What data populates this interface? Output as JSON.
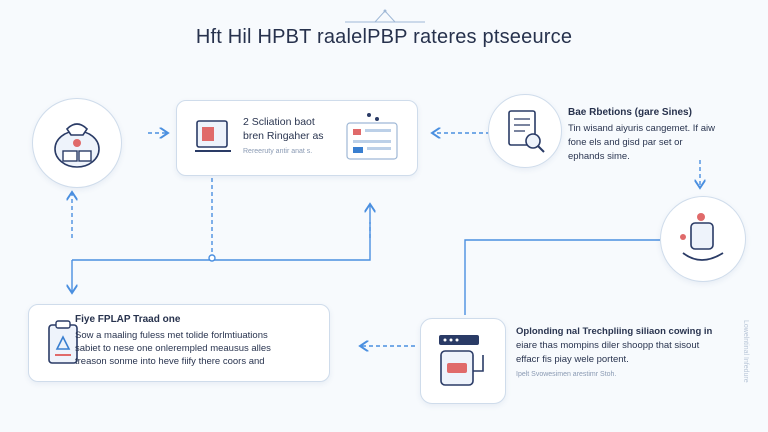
{
  "title": "Hft Hil HPBT raalelPBP rateres ptseeurce",
  "nodes": {
    "top_center": {
      "text_line1": "2 Scliation baot",
      "text_line2": "bren Ringaher as",
      "caption": "Rereeruty antir anat s."
    },
    "top_right": {
      "heading": "Bae Rbetions (gare Sines)",
      "line1": "Tin wisand aiyuris cangemet. If aiw",
      "line2": "fone els and gisd par set or",
      "line3": "ephands sime."
    },
    "bottom_left": {
      "heading": "Fiye FPLAP Traad one",
      "line1": "Sow a maaling fuless met tolide forlmtiuations",
      "line2": "sabiet to nese one onlerempled meausus alles",
      "line3": "treason sonme into heve fiify there coors and"
    },
    "bottom_right": {
      "line1": "Oplonding nal Trechpliing siliaon cowing in",
      "line2": "eiare thas mompins diler shoopp that sisout",
      "line3": "effacr fis piay wele portent.",
      "caption": "Ipelt Svowesimen arestimr Stoh."
    }
  },
  "side_note": "Lowelntinal Infedure",
  "colors": {
    "accent": "#3a7fd0",
    "arrow": "#4a8fe0",
    "card_border": "#cfdceb",
    "icon_red": "#e06a6a",
    "icon_navy": "#2a3b66"
  },
  "icons": [
    "money-bag-icon",
    "laptop-icon",
    "browser-window-icon",
    "document-search-icon",
    "robot-hand-icon",
    "clipboard-icon",
    "router-device-icon"
  ]
}
